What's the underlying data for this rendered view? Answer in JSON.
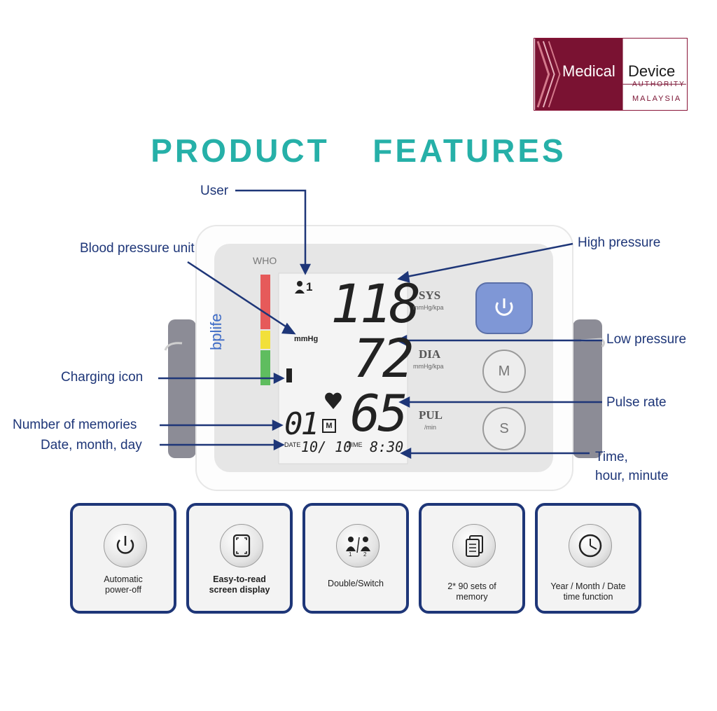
{
  "logo": {
    "line1_a": "Medical",
    "line1_b": "Device",
    "line2": "AUTHORITY",
    "line3": "MALAYSIA"
  },
  "title": "PRODUCT  FEATURES",
  "device": {
    "brand": "bplife",
    "who_label": "WHO",
    "user_indicator": "1",
    "unit": "mmHg",
    "sys_value": "118",
    "dia_value": "72",
    "pulse_value": "65",
    "memory_value": "01",
    "memory_badge": "M",
    "date_label": "DATE",
    "date_value": "10/ 10",
    "time_label": "TIME",
    "time_value": "8:30",
    "sys_label": "SYS",
    "sys_unit": "mmHg/kpa",
    "dia_label": "DIA",
    "dia_unit": "mmHg/kpa",
    "pul_label": "PUL",
    "pul_unit": "/min",
    "btn_m": "M",
    "btn_s": "S"
  },
  "callouts": {
    "user": "User",
    "bp_unit": "Blood pressure unit",
    "charging": "Charging icon",
    "memories": "Number of memories",
    "date": "Date, month, day",
    "high": "High pressure",
    "low": "Low pressure",
    "pulse": "Pulse rate",
    "time_1": "Time,",
    "time_2": "hour, minute"
  },
  "features": [
    {
      "icon": "power-icon",
      "line1": "Automatic",
      "line2": "power-off"
    },
    {
      "icon": "screen-icon",
      "line1": "Easy-to-read",
      "line2": "screen display"
    },
    {
      "icon": "users-icon",
      "line1": "Double/Switch",
      "line2": ""
    },
    {
      "icon": "document-icon",
      "line1": "2* 90 sets of",
      "line2": "memory"
    },
    {
      "icon": "clock-icon",
      "line1": "Year / Month / Date",
      "line2": "time function"
    }
  ],
  "colors": {
    "title": "#26b0a8",
    "callout": "#1e3678",
    "power_button": "#7f97d6",
    "logo_maroon": "#7a1232"
  }
}
